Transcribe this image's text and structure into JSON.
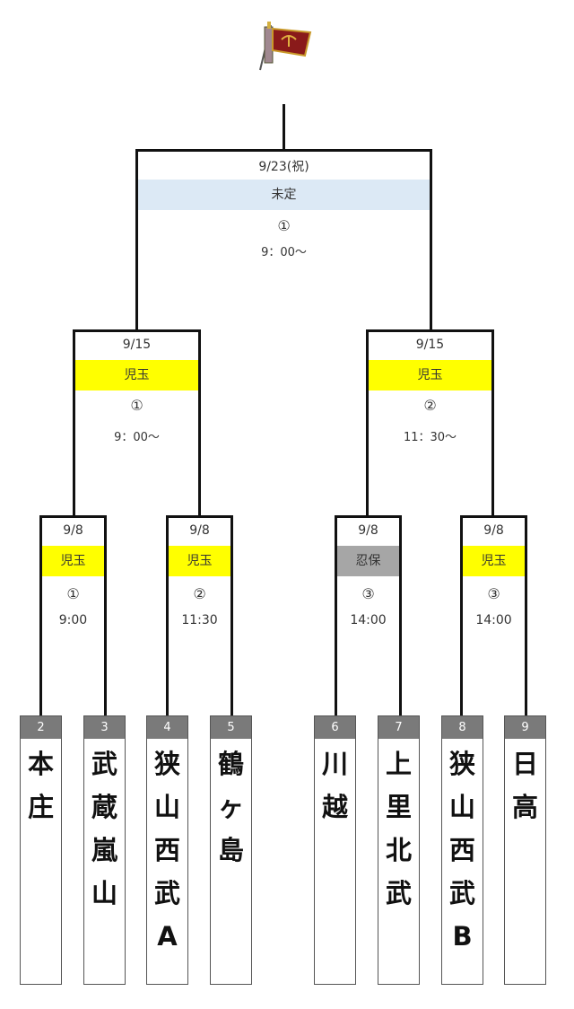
{
  "trophy": "flag-icon",
  "final": {
    "date": "9/23(祝)",
    "venue": "未定",
    "game": "①",
    "time": "9：00～",
    "venue_color": "#dce9f5"
  },
  "semis": [
    {
      "date": "9/15",
      "venue": "児玉",
      "game": "①",
      "time": "9：00～",
      "venue_color": "#ffff00"
    },
    {
      "date": "9/15",
      "venue": "児玉",
      "game": "②",
      "time": "11：30～",
      "venue_color": "#ffff00"
    }
  ],
  "quarters": [
    {
      "date": "9/8",
      "venue": "児玉",
      "game": "①",
      "time": "9:00",
      "venue_color": "#ffff00"
    },
    {
      "date": "9/8",
      "venue": "児玉",
      "game": "②",
      "time": "11:30",
      "venue_color": "#ffff00"
    },
    {
      "date": "9/8",
      "venue": "忍保",
      "game": "③",
      "time": "14:00",
      "venue_color": "#a6a6a6"
    },
    {
      "date": "9/8",
      "venue": "児玉",
      "game": "③",
      "time": "14:00",
      "venue_color": "#ffff00"
    }
  ],
  "teams": [
    {
      "num": "2",
      "name": "本庄"
    },
    {
      "num": "3",
      "name": "武蔵嵐山"
    },
    {
      "num": "4",
      "name": "狭山西武A"
    },
    {
      "num": "5",
      "name": "鶴ヶ島"
    },
    {
      "num": "6",
      "name": "川越"
    },
    {
      "num": "7",
      "name": "上里北武"
    },
    {
      "num": "8",
      "name": "狭山西武B"
    },
    {
      "num": "9",
      "name": "日高"
    }
  ]
}
